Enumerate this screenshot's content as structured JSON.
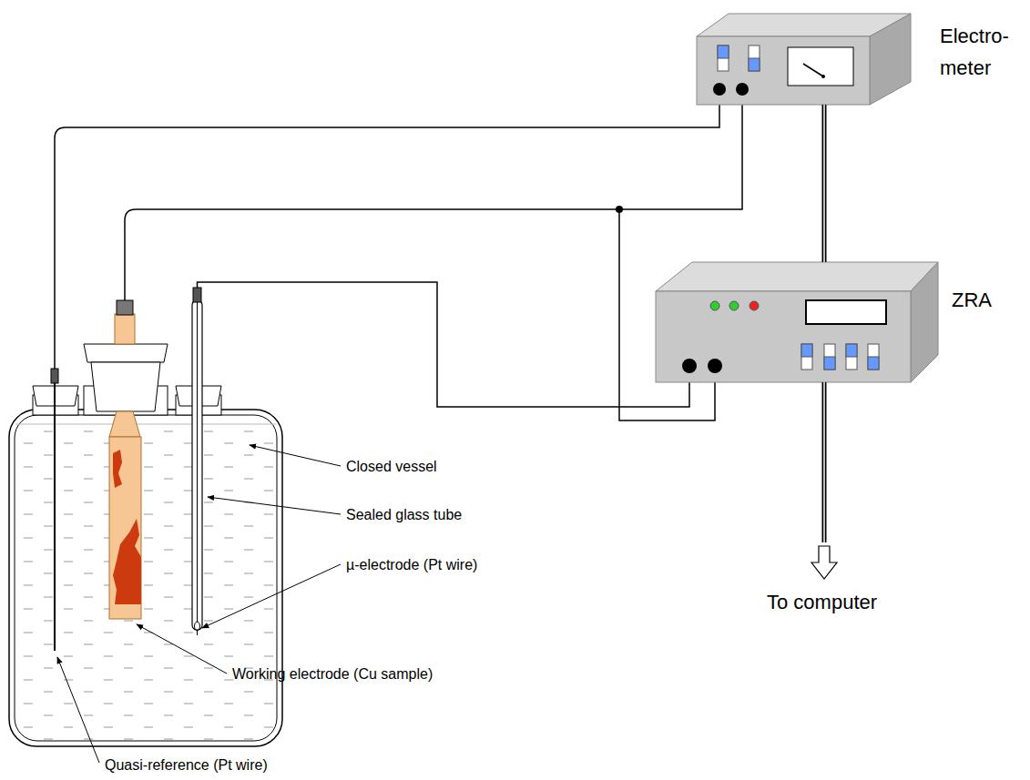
{
  "diagram": {
    "nodes": [
      {
        "text": [
          "Electro- meter"
        ]
      },
      {
        "text": [
          "ZRA"
        ]
      }
    ],
    "edges": [
      {
        "from": 0,
        "to": 1,
        "arrow": "none"
      }
    ],
    "labels": [
      "Closed vessel",
      "Sealed glass tube",
      "µ-electrode (Pt wire)",
      "Working electrode (Cu sample)",
      "Quasi-reference (Pt wire)",
      "To computer"
    ]
  }
}
